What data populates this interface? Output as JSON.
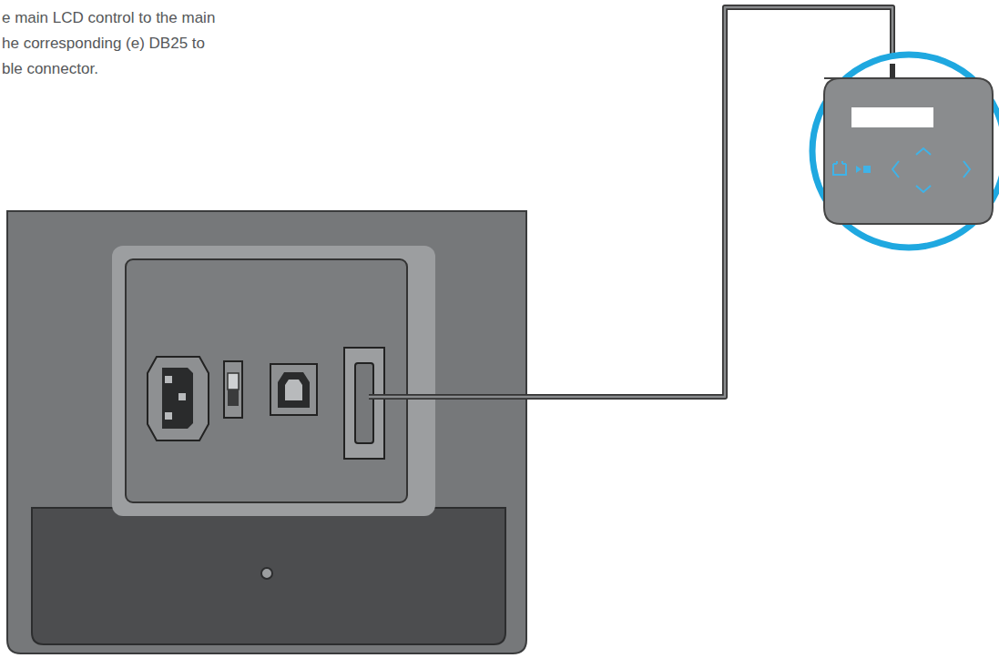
{
  "diagram": {
    "labels": [
      "e main LCD control to the main",
      "he corresponding (e) DB25 to",
      "ble connector."
    ]
  }
}
